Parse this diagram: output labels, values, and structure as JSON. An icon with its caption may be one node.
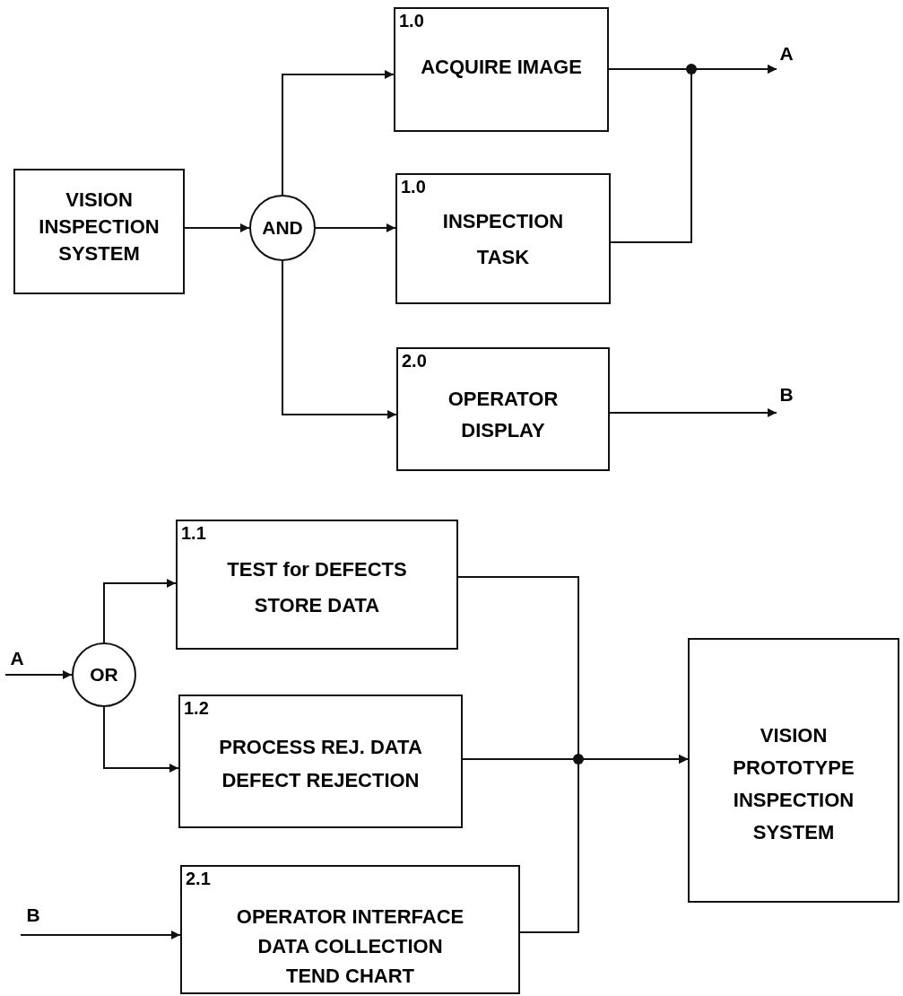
{
  "diagram": {
    "nodes": [
      {
        "text": [
          "VISION INSPECTION SYSTEM"
        ]
      },
      {
        "text": [
          "AND"
        ]
      },
      {
        "text": [
          "1.0",
          "ACQUIRE IMAGE"
        ]
      },
      {
        "text": [
          "1.0",
          "INSPECTION TASK"
        ]
      },
      {
        "text": [
          "2.0",
          "OPERATOR DISPLAY"
        ]
      },
      {
        "text": [
          "A"
        ]
      },
      {
        "text": [
          "B"
        ]
      },
      {
        "text": [
          "A"
        ]
      },
      {
        "text": [
          "OR"
        ]
      },
      {
        "text": [
          "1.1",
          "TEST for DEFECTS STORE DATA"
        ]
      },
      {
        "text": [
          "1.2",
          "PROCESS REJ. DATA DEFECT REJECTION"
        ]
      },
      {
        "text": [
          "B"
        ]
      },
      {
        "text": [
          "2.1",
          "OPERATOR INTERFACE DATA COLLECTION TEND CHART"
        ]
      },
      {
        "text": [
          "VISION PROTOTYPE INSPECTION SYSTEM"
        ]
      }
    ],
    "edges": [
      {
        "from": 0,
        "to": 1,
        "arrow": "to"
      },
      {
        "from": 1,
        "to": 2,
        "arrow": "to"
      },
      {
        "from": 1,
        "to": 3,
        "arrow": "to"
      },
      {
        "from": 1,
        "to": 4,
        "arrow": "to"
      },
      {
        "from": 2,
        "to": 5,
        "arrow": "to"
      },
      {
        "from": 3,
        "to": 5,
        "arrow": "to"
      },
      {
        "from": 4,
        "to": 6,
        "arrow": "to"
      },
      {
        "from": 7,
        "to": 8,
        "arrow": "to"
      },
      {
        "from": 8,
        "to": 9,
        "arrow": "to"
      },
      {
        "from": 8,
        "to": 10,
        "arrow": "to"
      },
      {
        "from": 11,
        "to": 12,
        "arrow": "to"
      },
      {
        "from": 9,
        "to": 13,
        "arrow": "to"
      },
      {
        "from": 10,
        "to": 13,
        "arrow": "to"
      },
      {
        "from": 12,
        "to": 13,
        "arrow": "to"
      }
    ]
  }
}
